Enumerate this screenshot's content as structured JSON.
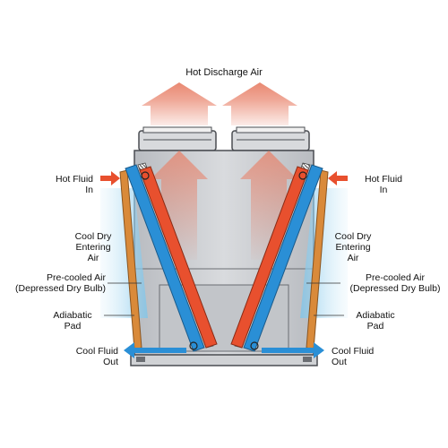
{
  "title": "Hot Discharge Air",
  "labels": {
    "hot_fluid_in_left": [
      "Hot Fluid",
      "In"
    ],
    "hot_fluid_in_right": [
      "Hot Fluid",
      "In"
    ],
    "cool_dry_left": [
      "Cool Dry",
      "Entering",
      "Air"
    ],
    "cool_dry_right": [
      "Cool Dry",
      "Entering",
      "Air"
    ],
    "precooled_left": [
      "Pre-cooled Air",
      "(Depressed Dry Bulb)"
    ],
    "precooled_right": [
      "Pre-cooled Air",
      "(Depressed Dry Bulb)"
    ],
    "adiabatic_left": [
      "Adiabatic",
      "Pad"
    ],
    "adiabatic_right": [
      "Adiabatic",
      "Pad"
    ],
    "cool_fluid_out_left": [
      "Cool Fluid",
      "Out"
    ],
    "cool_fluid_out_right": [
      "Cool Fluid",
      "Out"
    ]
  },
  "colors": {
    "hot_air": "#e8826a",
    "hot_coil": "#e8502e",
    "cool_coil": "#2a8fd6",
    "pad": "#d98a3a",
    "cool_air": "#bfe3f5",
    "housing": "#c9ccd0",
    "frame": "#4a4d52"
  }
}
